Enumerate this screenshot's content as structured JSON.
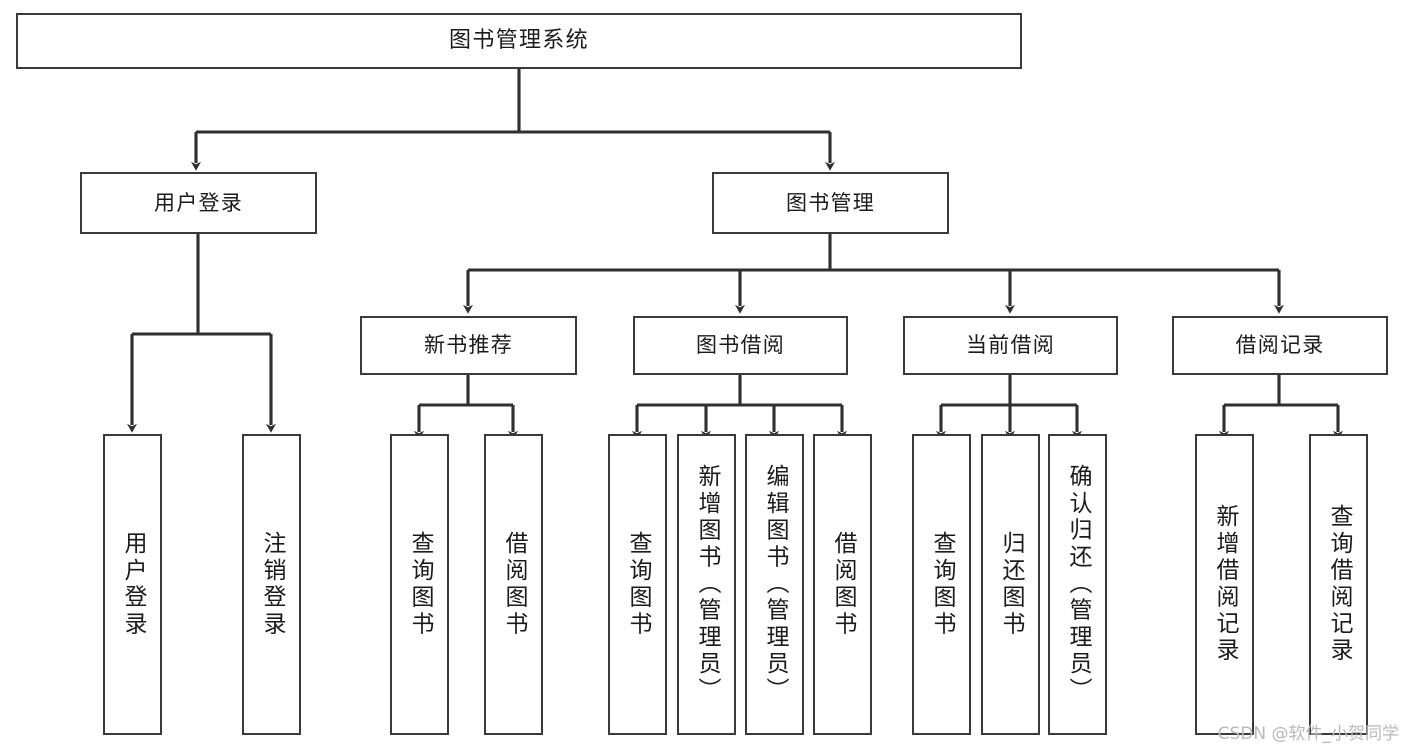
{
  "diagram": {
    "type": "tree-hierarchy-chart",
    "title": "图书管理系统",
    "stroke_color": "#3a3a3a",
    "fill_color": "#ffffff",
    "text_color": "#1b1b1b",
    "nodes": {
      "root": {
        "label": "图书管理系统"
      },
      "level2": [
        {
          "id": "user-login",
          "label": "用户登录"
        },
        {
          "id": "book-manage",
          "label": "图书管理"
        }
      ],
      "level3": [
        {
          "id": "new-book-rec",
          "label": "新书推荐"
        },
        {
          "id": "book-borrow",
          "label": "图书借阅"
        },
        {
          "id": "current-borrow",
          "label": "当前借阅"
        },
        {
          "id": "borrow-record",
          "label": "借阅记录"
        }
      ],
      "leaves": {
        "user_login": [
          {
            "id": "leaf-user-login",
            "label": "用户登录"
          },
          {
            "id": "leaf-logout",
            "label": "注销登录"
          }
        ],
        "new_book_rec": [
          {
            "id": "leaf-query-book-1",
            "label": "查询图书"
          },
          {
            "id": "leaf-borrow-book-1",
            "label": "借阅图书"
          }
        ],
        "book_borrow": [
          {
            "id": "leaf-query-book-2",
            "label": "查询图书"
          },
          {
            "id": "leaf-add-book",
            "label": "新增图书（管理员）"
          },
          {
            "id": "leaf-edit-book",
            "label": "编辑图书（管理员）"
          },
          {
            "id": "leaf-borrow-book-2",
            "label": "借阅图书"
          }
        ],
        "current_borrow": [
          {
            "id": "leaf-query-book-3",
            "label": "查询图书"
          },
          {
            "id": "leaf-return-book",
            "label": "归还图书"
          },
          {
            "id": "leaf-confirm-return",
            "label": "确认归还（管理员）"
          }
        ],
        "borrow_record": [
          {
            "id": "leaf-add-record",
            "label": "新增借阅记录"
          },
          {
            "id": "leaf-query-record",
            "label": "查询借阅记录"
          }
        ]
      }
    }
  },
  "watermark": {
    "text": "CSDN @软件_小贺同学"
  }
}
